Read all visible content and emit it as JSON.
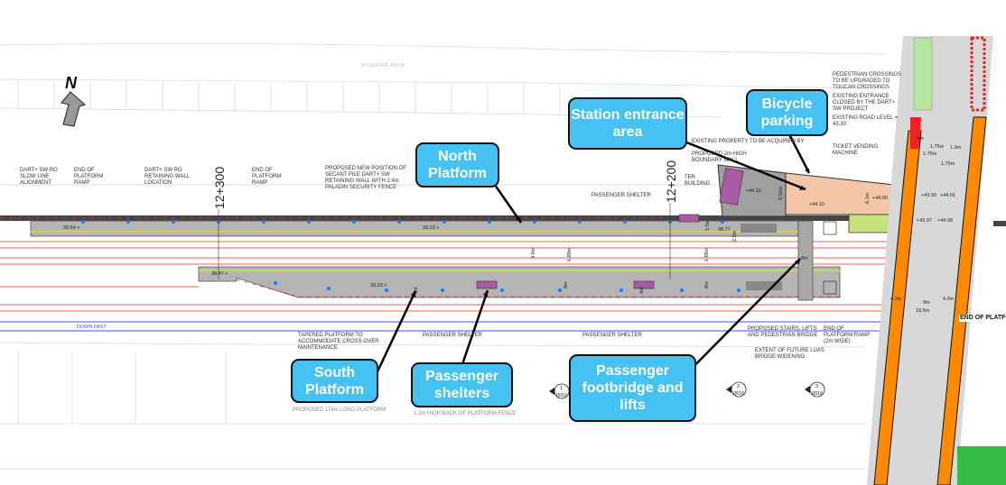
{
  "north_arrow": {
    "label": "N"
  },
  "street_label": "KYLEMORE DRIVE",
  "chainages": [
    "12+300",
    "12+200"
  ],
  "levels": {
    "north_platform_west": "39.64 +",
    "north_platform_mid": "39.23 +",
    "south_platform_west": "38.47 +",
    "south_platform_mid": "39.23 +",
    "north_platform_east": "38.77",
    "entrance_1": "+44.15",
    "entrance_2": "+44.10",
    "entrance_3": "+44.00",
    "road_1": "+43.90",
    "road_2": "+44.01",
    "road_3": "+43.97",
    "road_4": "+44.08"
  },
  "dimensions": [
    "3.9m",
    "6.89m",
    "8m",
    "5.5m",
    "2.5m",
    "6.68m",
    "8m",
    "8.52m",
    "6.1m",
    "9m",
    "1.75m",
    "1.9m",
    "1.75m",
    "1.75m",
    "4.3m",
    "9m",
    "4.3m",
    "18.5m",
    "8m",
    "8m",
    "8m"
  ],
  "track_label": "DOWN FAST",
  "annotations": {
    "slow_line": "DART+ SW RO SLOW LINE ALIGNMENT",
    "ramp_1": "END OF PLATFORM RAMP",
    "retaining_wall": "DART+ SW RO RETAINING WALL LOCATION",
    "ramp_2": "END OF PLATFORM RAMP",
    "secant_pile": "PROPOSED NEW POSITION OF SECANT PILE DART+ SW RETAINING WALL WITH 2.4m PALADIN SECURITY FENCE",
    "passenger_shelter_north": "PASSENGER SHELTER",
    "ter_building": "TER BUILDING",
    "boundary_wall": "PROPOSED 2m HIGH BOUNDARY WALL",
    "property": "EXISTING PROPERTY TO BE ACQUIRED BY",
    "entrance_closed": "EXISTING ENTRANCE CLOSED BY THE DART+ SW PROJECT",
    "road_level": "EXISTING ROAD LEVEL = 43.30",
    "crossings": "PEDESTRIAN CROSSINGS TO BE UPGRADED TO TOUCAN CROSSINGS",
    "ticket_machine": "TICKET VENDING MACHINE",
    "tapered": "TAPERED PLATFORM TO ACCOMMODATE CROSS-OVER MAINTENANCE",
    "shelter_south_1": "PASSENGER SHELTER",
    "shelter_south_2": "PASSENGER SHELTER",
    "stairs": "PROPOSED STAIRS, LIFTS AND PEDESTRIAN BRIDGE",
    "ramp_3": "END OF PLATFORM RAMP (2m WIDE)",
    "luas": "EXTENT OF FUTURE LUAS BRIDGE WIDENING",
    "south_platform_long": "PROPOSED 174m LONG PLATFORM",
    "back_fence": "1.2m HIGH BACK OF PLATFORM FENCE",
    "end_platform_right": "END OF PLATFO"
  },
  "section_markers": [
    {
      "num": "1",
      "sheet": "0016"
    },
    {
      "num": "2",
      "sheet": "0016"
    },
    {
      "num": "3",
      "sheet": "0016"
    }
  ],
  "callouts": {
    "north_platform": "North Platform",
    "station_entrance": "Station entrance area",
    "bicycle_parking": "Bicycle parking",
    "south_platform": "South Platform",
    "passenger_shelters": "Passenger shelters",
    "footbridge": "Passenger footbridge and lifts"
  },
  "colors": {
    "callout": "#45c1f2",
    "platform": "#b4b4b4",
    "track": "#ff4a4a",
    "road_edge": "#ff8a00",
    "entrance": "#f4c6a8",
    "shelter": "#a95aa5"
  }
}
